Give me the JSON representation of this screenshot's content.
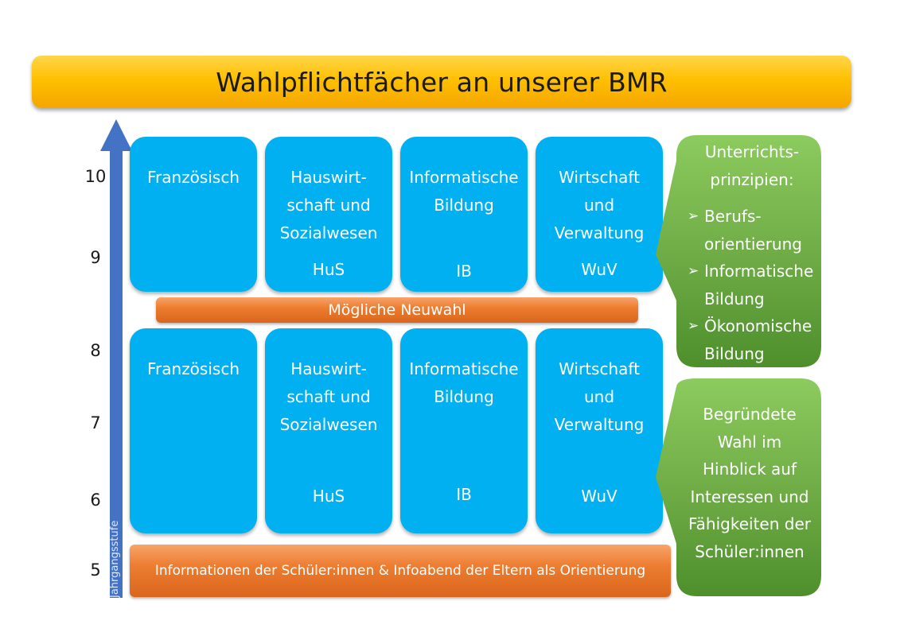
{
  "title": "Wahlpflichtfächer an unserer BMR",
  "colors": {
    "title": "#ffc000",
    "tile": "#00b0f0",
    "orange": "#ed7d31",
    "green": "#70ad47",
    "axis": "#4472c4"
  },
  "axis": {
    "label": "Jahrgangsstufe",
    "grades": [
      "10",
      "9",
      "8",
      "7",
      "6",
      "5"
    ]
  },
  "upper_row": [
    {
      "name": "Französisch",
      "abbr": ""
    },
    {
      "name": "Hauswirt-\nschaft und\nSozialwesen",
      "abbr": "HuS"
    },
    {
      "name": "Informatische\nBildung",
      "abbr": "IB"
    },
    {
      "name": "Wirtschaft\nund\nVerwaltung",
      "abbr": "WuV"
    }
  ],
  "lower_row": [
    {
      "name": "Französisch",
      "abbr": ""
    },
    {
      "name": "Hauswirt-\nschaft und\nSozialwesen",
      "abbr": "HuS"
    },
    {
      "name": "Informatische\nBildung",
      "abbr": "IB"
    },
    {
      "name": "Wirtschaft\nund\nVerwaltung",
      "abbr": "WuV"
    }
  ],
  "neuwahl_label": "Mögliche Neuwahl",
  "orientation_label": "Informationen der Schüler:innen & Infoabend der Eltern als Orientierung",
  "principles": {
    "heading": "Unterrichts-\nprinzipien:",
    "bullet_icon": "arrow-bullet-icon",
    "items": [
      "Berufs-\norientierung",
      "Informatische\nBildung",
      "Ökonomische\nBildung"
    ]
  },
  "reasoning": "Begründete\nWahl im\nHinblick auf\nInteressen und\nFähigkeiten der\nSchüler:innen"
}
